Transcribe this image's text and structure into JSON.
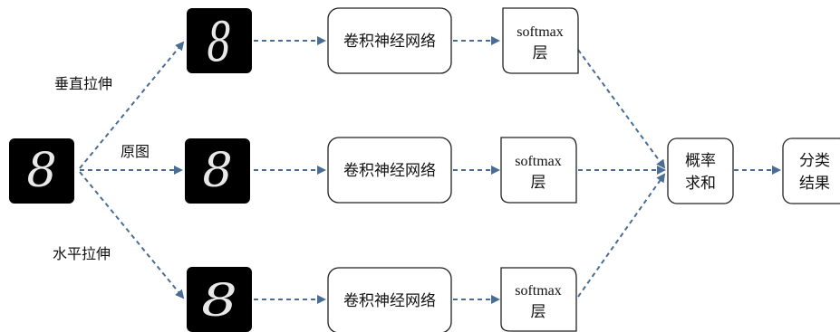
{
  "branches": {
    "vertical_stretch": "垂直拉伸",
    "original": "原图",
    "horizontal_stretch": "水平拉伸"
  },
  "digit_char": "8",
  "cnn_label": "卷积神经网络",
  "softmax_label_line1": "softmax",
  "softmax_label_line2": "层",
  "prob_sum_line1": "概率",
  "prob_sum_line2": "求和",
  "classify_line1": "分类",
  "classify_line2": "结果",
  "colors": {
    "arrow": "#4a6d96",
    "image_bg": "#000000",
    "box_border": "#222222"
  }
}
